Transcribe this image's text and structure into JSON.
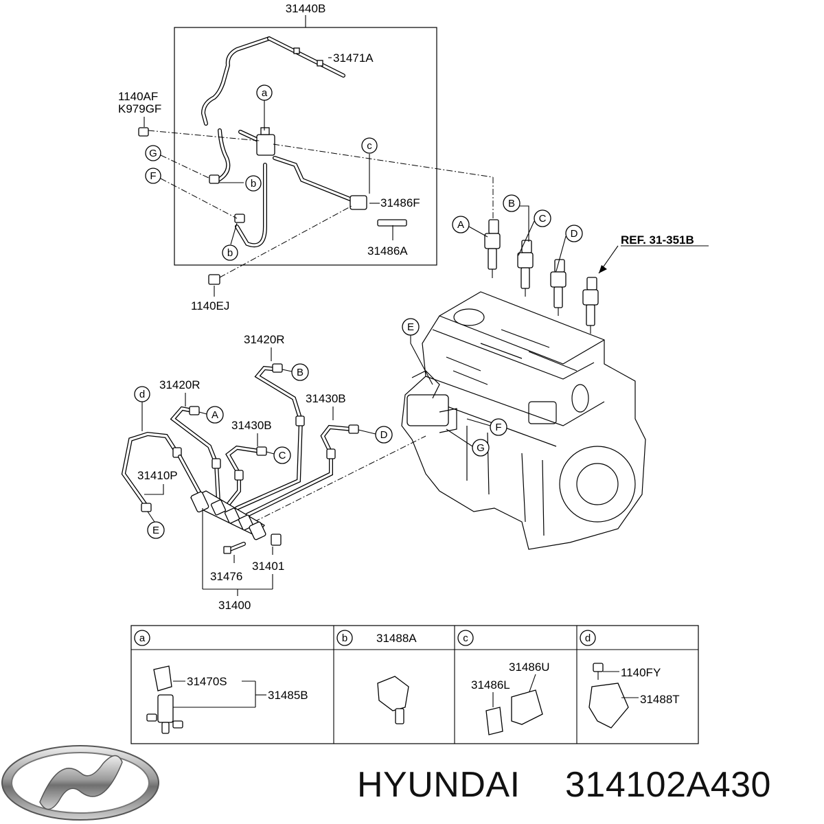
{
  "title": {
    "brand": "HYUNDAI",
    "part_number": "314102A430"
  },
  "logo": {
    "name": "hyundai-logo-icon"
  },
  "parts": {
    "fuel_return_hose_assy": "31440B",
    "return_hose_sub": "31471A",
    "bolt_top_a": "1140AF",
    "bolt_top_b": "K979GF",
    "bracket_f": "31486F",
    "clip_a": "31486A",
    "bolt_bottom": "1140EJ",
    "ref": "REF. 31-351B",
    "pipe_b": "31420R",
    "pipe_a": "31420R",
    "pipe_d": "31430B",
    "pipe_c": "31430B",
    "pipe_e": "31410P",
    "plug": "31476",
    "sensor": "31401",
    "rail_assy": "31400"
  },
  "callouts": {
    "a": "a",
    "b": "b",
    "c": "c",
    "d": "d",
    "A": "A",
    "B": "B",
    "C": "C",
    "D": "D",
    "E": "E",
    "F": "F",
    "G": "G"
  },
  "legend": {
    "headers": [
      {
        "key": "a",
        "part": ""
      },
      {
        "key": "b",
        "part": "31488A"
      },
      {
        "key": "c",
        "part": ""
      },
      {
        "key": "d",
        "part": ""
      }
    ],
    "cell_a": {
      "valve": "31470S",
      "assy": "31485B"
    },
    "cell_c": {
      "upper": "31486U",
      "lower": "31486L"
    },
    "cell_d": {
      "bolt": "1140FY",
      "bracket": "31488T"
    }
  }
}
